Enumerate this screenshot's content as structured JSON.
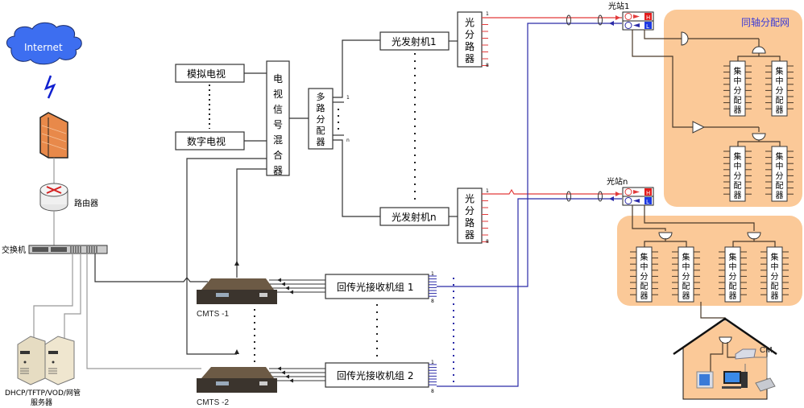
{
  "internet": {
    "label": "Internet"
  },
  "router": {
    "label": "路由器"
  },
  "switch": {
    "label": "交换机"
  },
  "servers": {
    "label_line1": "DHCP/TFTP/VOD/网管",
    "label_line2": "服务器"
  },
  "tv_sources": {
    "analog": "模拟电视",
    "digital": "数字电视"
  },
  "mixer": {
    "label": [
      "电",
      "视",
      "信",
      "号",
      "混",
      "合",
      "器"
    ]
  },
  "splitter_multi": {
    "label": [
      "多",
      "路",
      "分",
      "配",
      "器"
    ],
    "port_first": "1",
    "port_last": "n"
  },
  "transmitters": [
    {
      "label": "光发射机1"
    },
    {
      "label": "光发射机n"
    }
  ],
  "optical_splitter": {
    "label": [
      "光",
      "分",
      "路",
      "器"
    ],
    "port_first": "1",
    "port_last": "8"
  },
  "optical_stations": [
    {
      "label": "光站1",
      "high": "H",
      "low": "L"
    },
    {
      "label": "光站n",
      "high": "H",
      "low": "L"
    }
  ],
  "coax_network": {
    "label": "同轴分配网",
    "label_color": "#3b3bd6"
  },
  "central_splitter": {
    "label": [
      "集",
      "中",
      "分",
      "配",
      "器"
    ]
  },
  "return_receivers": [
    {
      "label": "回传光接收机组 1",
      "port_first": "1",
      "port_last": "8"
    },
    {
      "label": "回传光接收机组 2",
      "port_first": "1",
      "port_last": "8"
    }
  ],
  "cmts": [
    {
      "label": "CMTS -1"
    },
    {
      "label": "CMTS -2"
    }
  ],
  "home": {
    "cm_label": "CM"
  },
  "colors": {
    "forward": "#e23b3b",
    "return": "#2a2aa8",
    "zone": "#fbc998",
    "cloud": "#3d6ef0"
  }
}
